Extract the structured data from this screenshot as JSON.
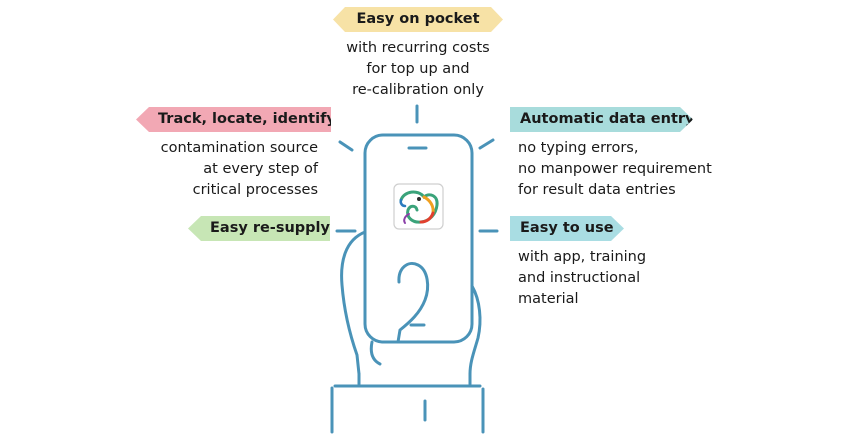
{
  "colors": {
    "yellow": "#f7e2a6",
    "pink": "#f2a8b4",
    "teal": "#a8dcdc",
    "light_teal": "#a9dde3",
    "green": "#c7e6b5",
    "line": "#4a93b8"
  },
  "top": {
    "label": "Easy on pocket",
    "lines": [
      "with recurring costs",
      "for top up and",
      "re-calibration only"
    ]
  },
  "left_top": {
    "label": "Track, locate, identify",
    "lines": [
      "contamination source",
      "at every step of",
      "critical processes"
    ]
  },
  "left_bottom": {
    "label": "Easy re-supply",
    "lines": []
  },
  "right_top": {
    "label": "Automatic data entry",
    "lines": [
      "no typing errors,",
      "no manpower requirement",
      "for result data entries"
    ]
  },
  "right_bottom": {
    "label": "Easy to use",
    "lines": [
      "with app, training",
      "and instructional",
      "material"
    ]
  },
  "icons": {
    "app": "chameleon-app-icon",
    "hand": "hand-holding-phone-icon"
  }
}
